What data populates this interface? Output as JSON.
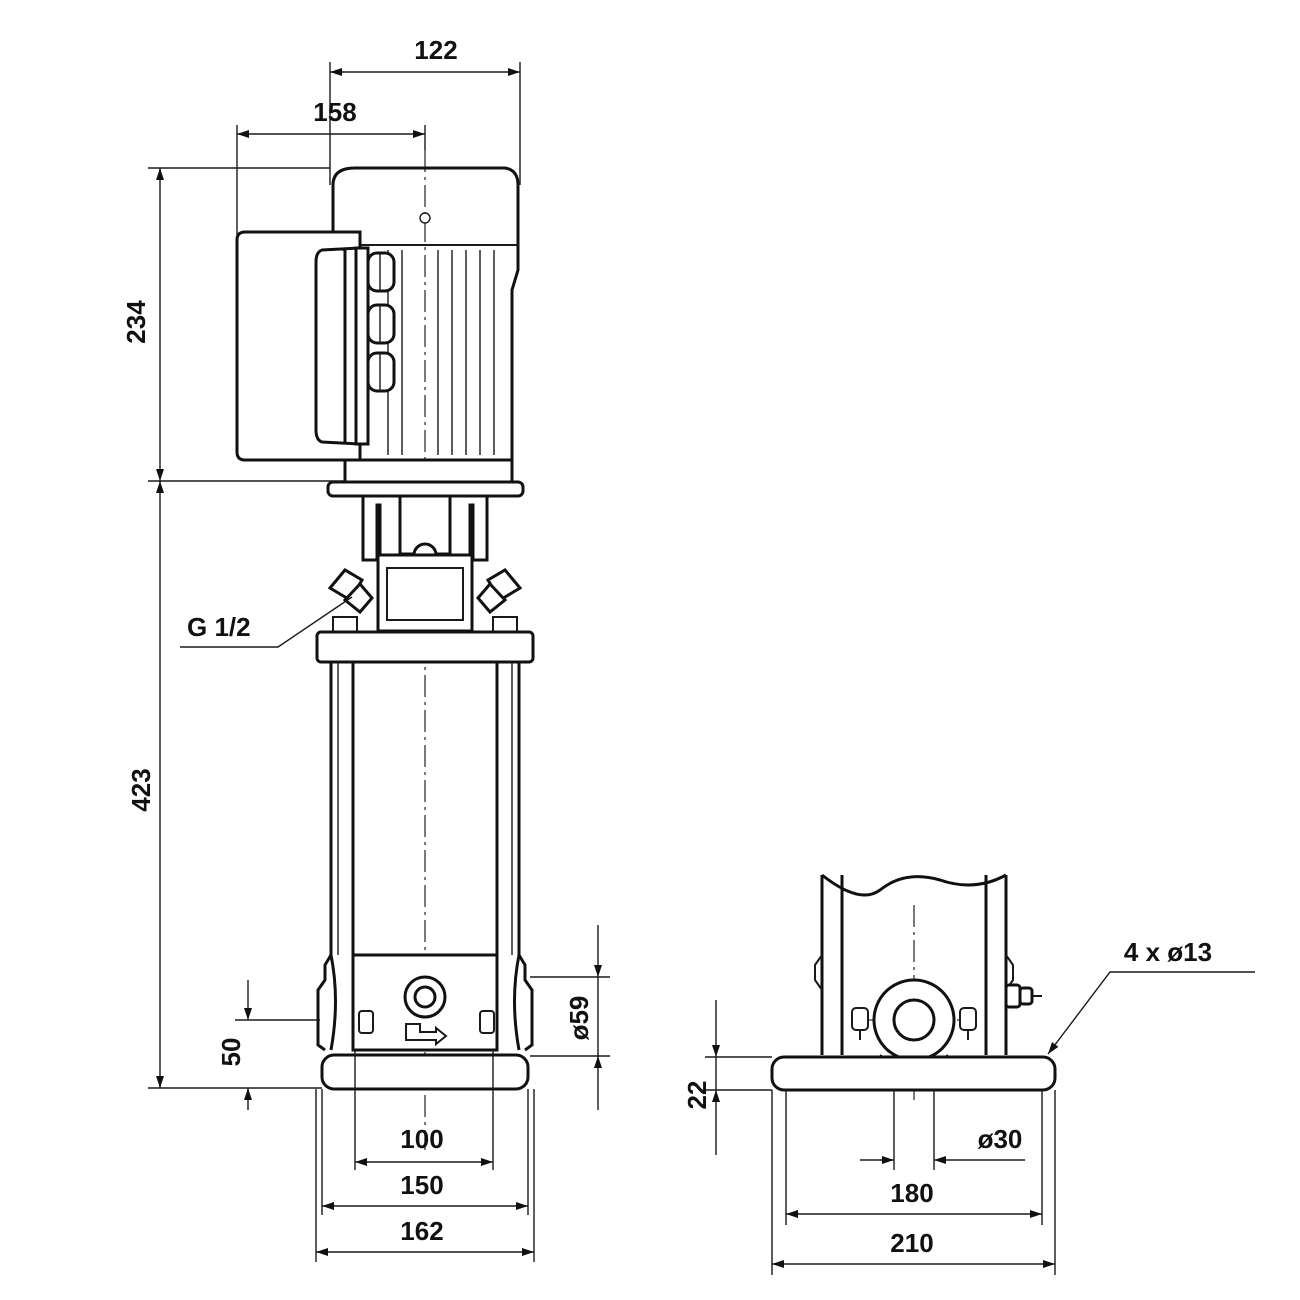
{
  "dimensions": {
    "motor_height": "234",
    "pump_height": "423",
    "width_122": "122",
    "width_158": "158",
    "base_50": "50",
    "port_diameter": "ø59",
    "thread": "G 1/2",
    "foot_100": "100",
    "foot_150": "150",
    "foot_162": "162",
    "base_thickness": "22",
    "hole_pitch": "180",
    "base_width": "210",
    "port_hole": "ø30",
    "mount_holes": "4 x ø13"
  }
}
